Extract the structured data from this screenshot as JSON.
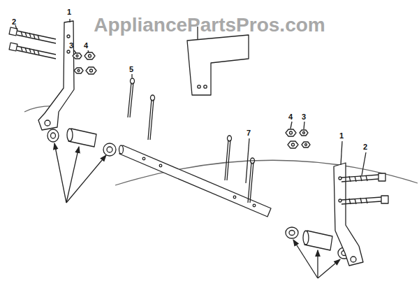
{
  "diagram": {
    "labels": [
      "AppliancePartsPros.com",
      "2",
      "1",
      "3",
      "4",
      "5",
      "7",
      "4",
      "3",
      "1",
      "2"
    ]
  }
}
